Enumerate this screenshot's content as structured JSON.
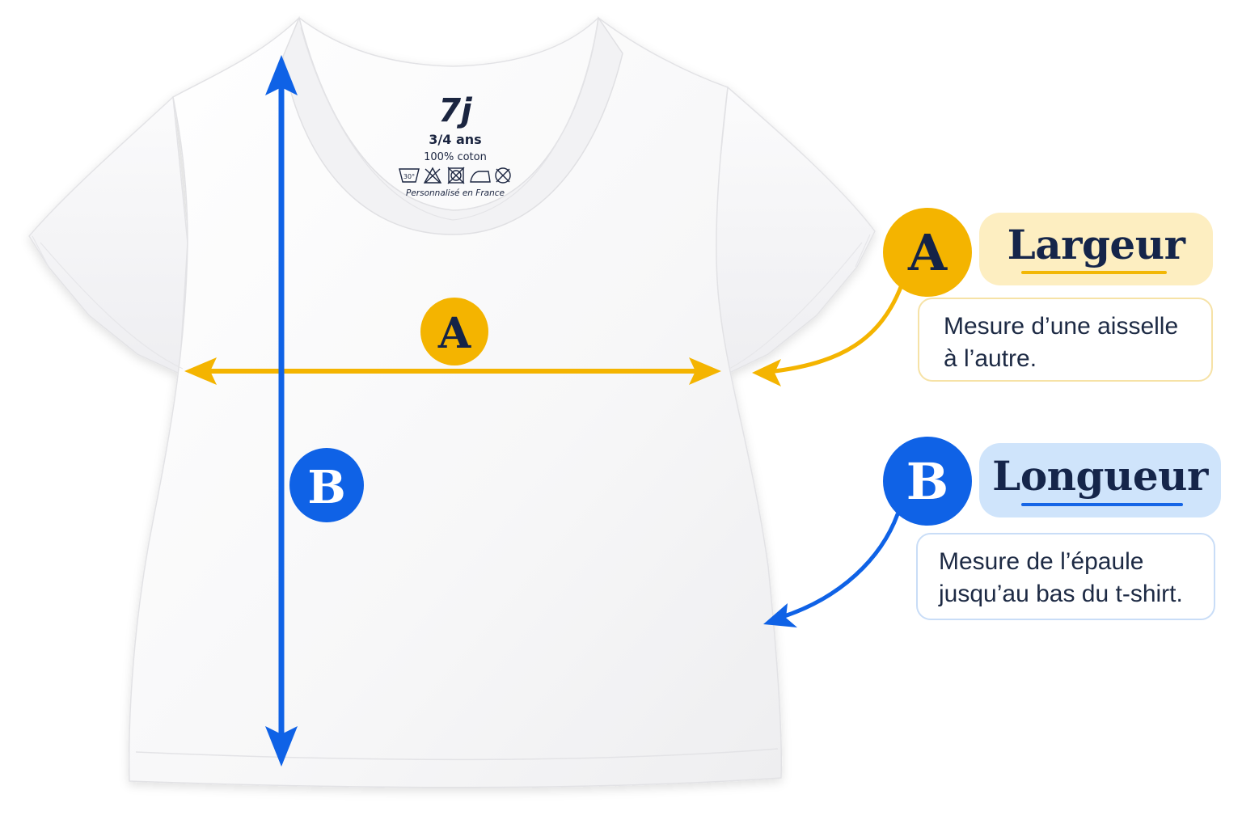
{
  "label": {
    "brand": "7j",
    "size": "3/4 ans",
    "material": "100% coton",
    "care_icons": [
      "wash-30-icon",
      "no-bleach-icon",
      "no-tumble-dry-icon",
      "iron-icon",
      "no-dry-clean-icon"
    ],
    "wash_temp": "30°",
    "footer": "Personnalisé en France"
  },
  "measure_a": {
    "letter": "A",
    "title": "Largeur",
    "description_line1": "Mesure d’une aisselle",
    "description_line2": "à l’autre.",
    "color": "#f4b400"
  },
  "measure_b": {
    "letter": "B",
    "title": "Longueur",
    "description_line1": "Mesure de l’épaule",
    "description_line2": "jusqu’au bas du t-shirt.",
    "color": "#0f62e6"
  }
}
